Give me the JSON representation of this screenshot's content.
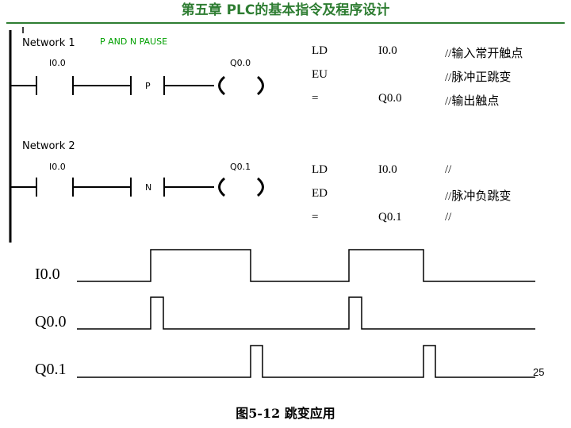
{
  "header": {
    "title": "第五章  PLC的基本指令及程序设计"
  },
  "ladder": {
    "networks": [
      {
        "label": "Network 1",
        "comment": "P AND N PAUSE",
        "contact": "I0.0",
        "edge": "P",
        "coil": "Q0.0"
      },
      {
        "label": "Network 2",
        "comment": "",
        "contact": "I0.0",
        "edge": "N",
        "coil": "Q0.1"
      }
    ],
    "colors": {
      "comment": "#00a000"
    }
  },
  "stl": [
    [
      {
        "op": "LD",
        "operand": "I0.0",
        "comment": "//输入常开触点"
      },
      {
        "op": "EU",
        "operand": "",
        "comment": "//脉冲正跳变"
      },
      {
        "op": "=",
        "operand": "Q0.0",
        "comment": "//输出触点"
      }
    ],
    [
      {
        "op": "LD",
        "operand": "I0.0",
        "comment": "//"
      },
      {
        "op": "ED",
        "operand": "",
        "comment": "//脉冲负跳变"
      },
      {
        "op": "=",
        "operand": "Q0.1",
        "comment": "//"
      }
    ]
  ],
  "timing": {
    "signals": [
      "I0.0",
      "Q0.0",
      "Q0.1"
    ]
  },
  "footer": {
    "page": "25",
    "caption": "图5-12    跳变应用"
  }
}
